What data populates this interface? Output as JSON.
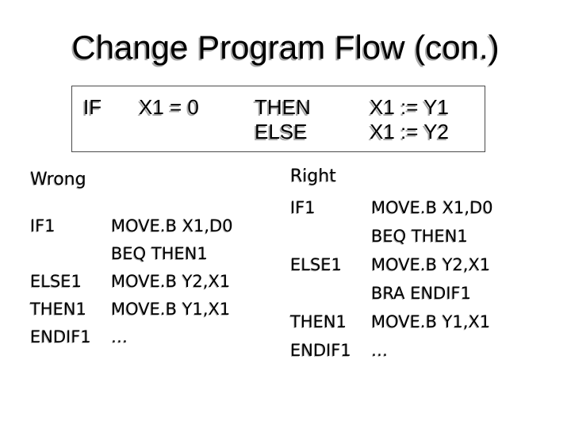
{
  "title": "Change Program Flow (con.)",
  "pseudocode_box": {
    "row1": {
      "kw_if": "IF",
      "condition": "X1 = 0",
      "kw_then": "THEN",
      "assignment": "X1 := Y1"
    },
    "row2": {
      "kw_if": "",
      "condition": "",
      "kw_else": "ELSE",
      "assignment": "X1 := Y2"
    }
  },
  "wrong_column": {
    "heading": "Wrong",
    "lines": [
      {
        "label": "IF1",
        "instruction": "MOVE.B X1,D0"
      },
      {
        "label": "",
        "instruction": "BEQ THEN1"
      },
      {
        "label": "ELSE1",
        "instruction": "MOVE.B Y2,X1"
      },
      {
        "label": "THEN1",
        "instruction": "MOVE.B Y1,X1"
      },
      {
        "label": "ENDIF1",
        "instruction": "…"
      }
    ]
  },
  "right_column": {
    "heading": "Right",
    "lines": [
      {
        "label": "IF1",
        "instruction": "MOVE.B X1,D0"
      },
      {
        "label": "",
        "instruction": "BEQ THEN1"
      },
      {
        "label": "ELSE1",
        "instruction": "MOVE.B Y2,X1"
      },
      {
        "label": "",
        "instruction": "BRA ENDIF1"
      },
      {
        "label": "THEN1",
        "instruction": "MOVE.B Y1,X1"
      },
      {
        "label": "ENDIF1",
        "instruction": "…"
      }
    ]
  },
  "colors": {
    "background": "#ffffff",
    "text": "#000000",
    "text_shadow": "#a8a8a8",
    "box_border": "#4a4a4a"
  }
}
